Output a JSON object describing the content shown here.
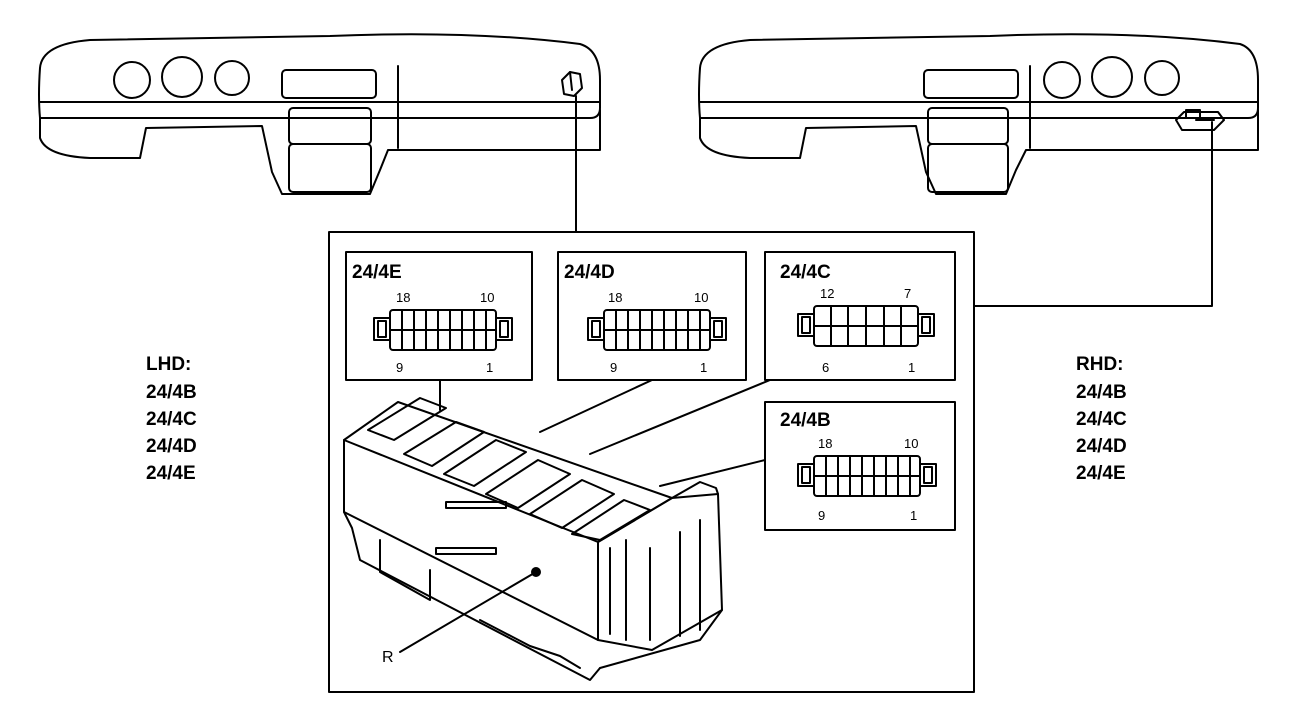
{
  "lhd": {
    "title": "LHD:",
    "items": [
      "24/4B",
      "24/4C",
      "24/4D",
      "24/4E"
    ]
  },
  "rhd": {
    "title": "RHD:",
    "items": [
      "24/4B",
      "24/4C",
      "24/4D",
      "24/4E"
    ]
  },
  "connectors": {
    "c4e": {
      "name": "24/4E",
      "pin_top_left": "18",
      "pin_top_right": "10",
      "pin_bottom_left": "9",
      "pin_bottom_right": "1"
    },
    "c4d": {
      "name": "24/4D",
      "pin_top_left": "18",
      "pin_top_right": "10",
      "pin_bottom_left": "9",
      "pin_bottom_right": "1"
    },
    "c4c": {
      "name": "24/4C",
      "pin_top_left": "12",
      "pin_top_right": "7",
      "pin_bottom_left": "6",
      "pin_bottom_right": "1"
    },
    "c4b": {
      "name": "24/4B",
      "pin_top_left": "18",
      "pin_top_right": "10",
      "pin_bottom_left": "9",
      "pin_bottom_right": "1"
    }
  },
  "relay_label": "R"
}
